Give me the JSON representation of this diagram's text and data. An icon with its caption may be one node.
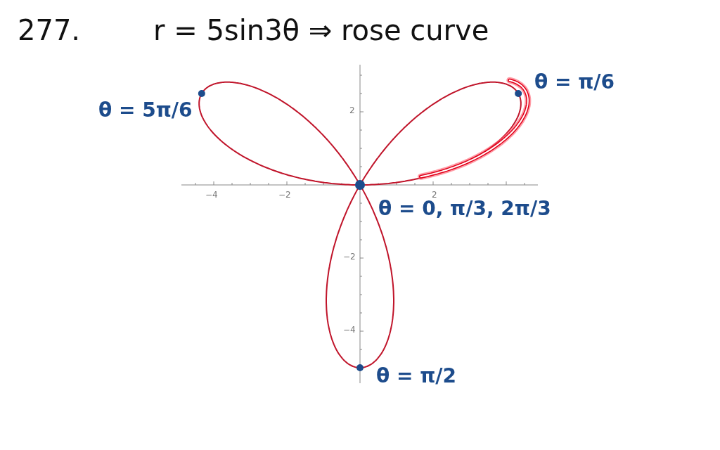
{
  "diagram": {
    "title": "r = 5sin3θ ⇒ rose curve",
    "labels": [
      "277.",
      "θ = 5π/6",
      "θ = π/6",
      "2",
      "−4",
      "−2",
      "2",
      "θ = 0, π/3, 2π/3",
      "−2",
      "−4",
      "θ = π/2"
    ]
  }
}
